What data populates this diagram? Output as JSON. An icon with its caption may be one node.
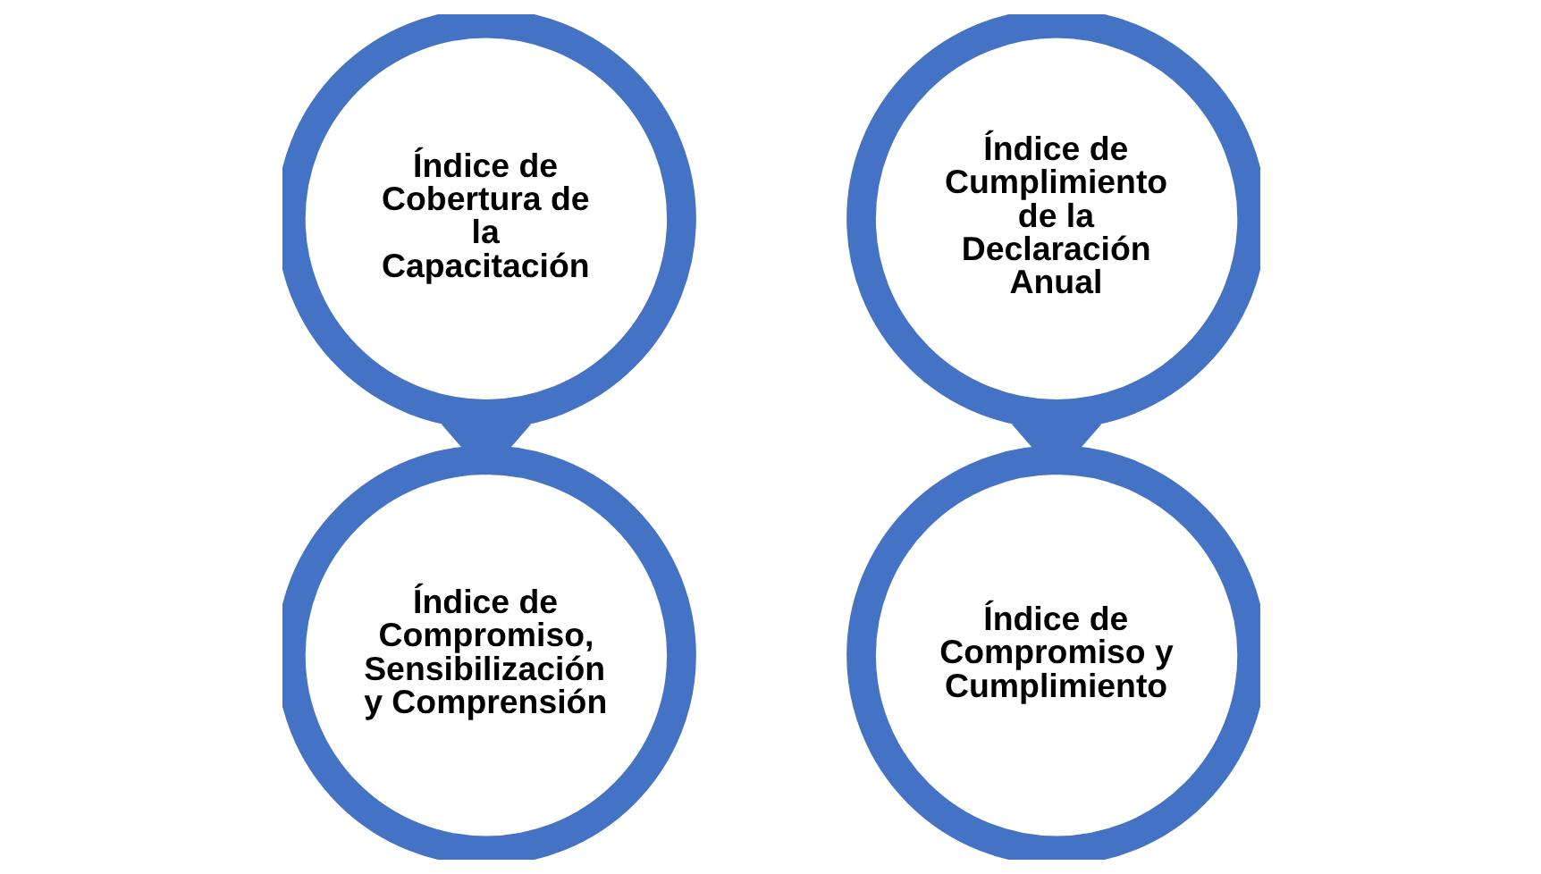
{
  "diagram": {
    "nodes": [
      {
        "text": [
          "Índice de Cobertura de la Capacitación"
        ]
      },
      {
        "text": [
          "Índice de Compromiso, Sensibilización y Comprensión"
        ]
      },
      {
        "text": [
          "Índice de Cumplimiento de la Declaración Anual"
        ]
      },
      {
        "text": [
          "Índice de Compromiso y Cumplimiento"
        ]
      }
    ],
    "edges": [
      {
        "from": 0,
        "to": 1,
        "arrow": "to"
      },
      {
        "from": 2,
        "to": 3,
        "arrow": "to"
      }
    ]
  }
}
